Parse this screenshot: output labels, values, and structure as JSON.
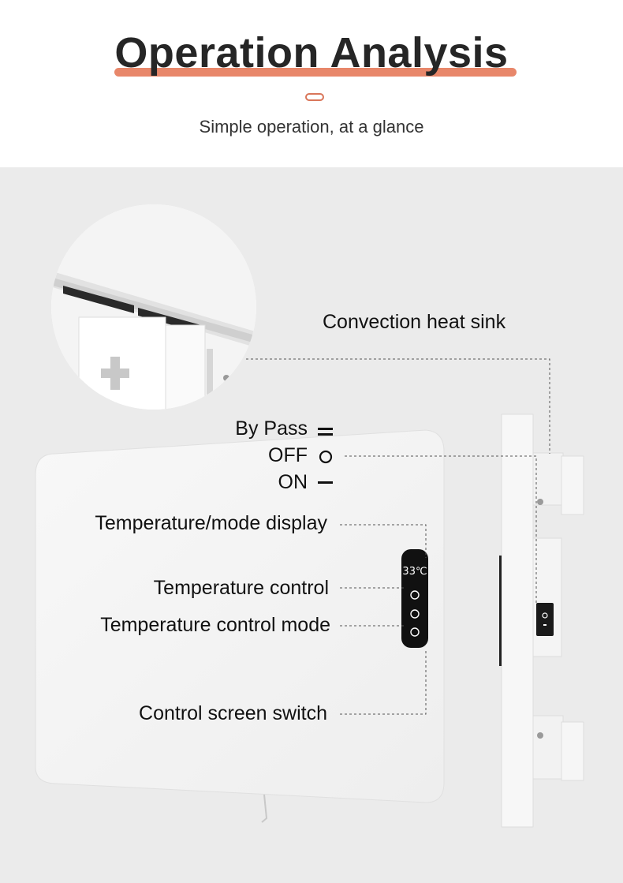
{
  "header": {
    "title": "Operation Analysis",
    "subtitle": "Simple operation, at a glance",
    "accent_color": "#e8876a"
  },
  "callouts": {
    "heat_sink": "Convection heat sink",
    "bypass": "By Pass",
    "off": "OFF",
    "on": "ON",
    "display": "Temperature/mode display",
    "temp_control": "Temperature control",
    "mode_control": "Temperature control mode",
    "screen_switch": "Control screen switch"
  },
  "control_panel": {
    "temperature_reading": "33",
    "unit": "℃"
  },
  "icons": [
    "bypass-symbol-icon",
    "off-symbol-icon",
    "on-symbol-icon",
    "mode-button-icon",
    "flame-button-icon",
    "power-button-icon",
    "rocker-switch-icon"
  ],
  "colors": {
    "background": "#ebebeb",
    "panel": "#f7f7f7",
    "control_panel": "#111111"
  }
}
